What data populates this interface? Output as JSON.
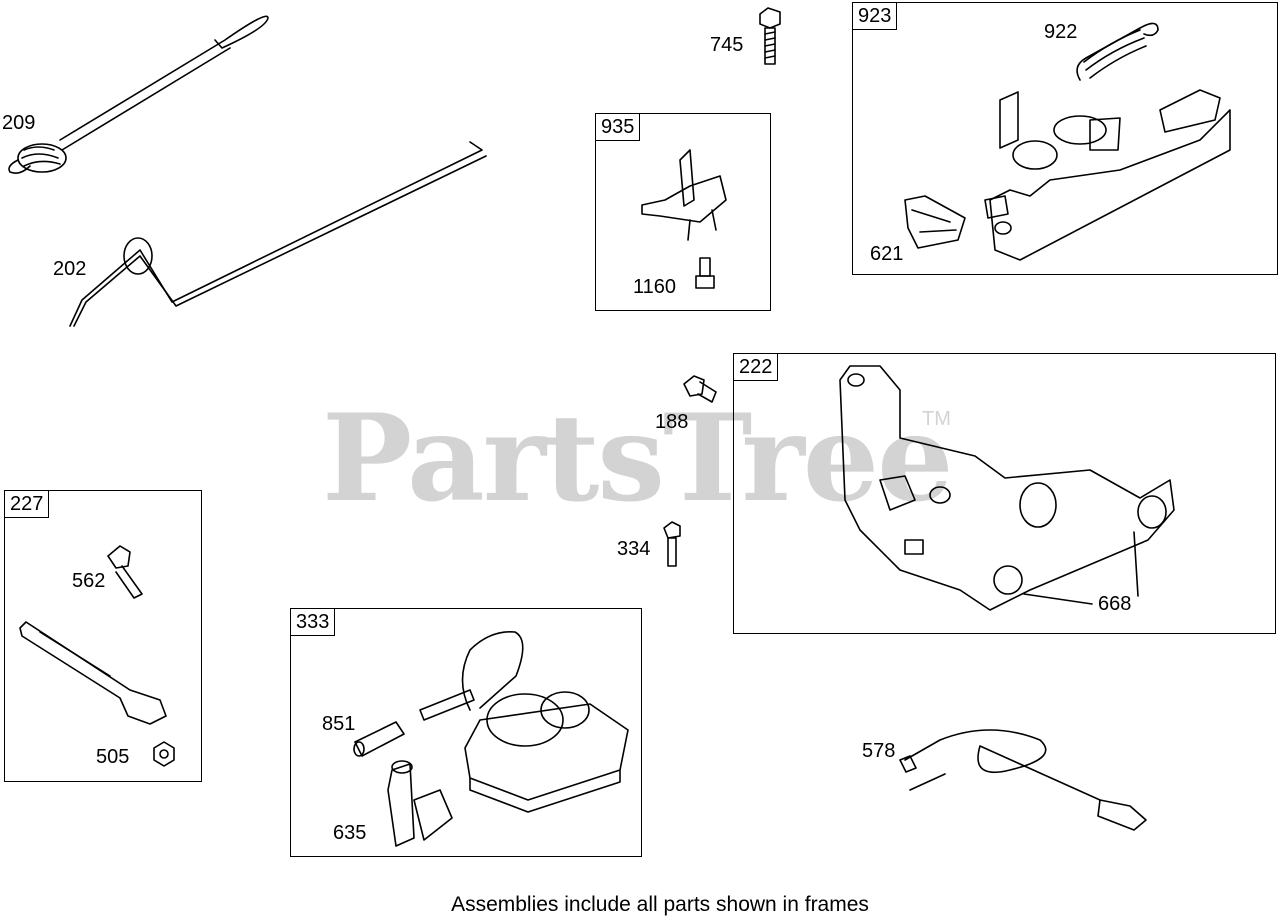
{
  "watermark": {
    "text": "PartsTree",
    "tm": "TM"
  },
  "frames": [
    {
      "id": "frame-923",
      "label": "923"
    },
    {
      "id": "frame-935",
      "label": "935"
    },
    {
      "id": "frame-222",
      "label": "222"
    },
    {
      "id": "frame-227",
      "label": "227"
    },
    {
      "id": "frame-333",
      "label": "333"
    }
  ],
  "callouts": {
    "c209": "209",
    "c202": "202",
    "c745": "745",
    "c922": "922",
    "c621": "621",
    "c1160": "1160",
    "c188": "188",
    "c334": "334",
    "c668": "668",
    "c562": "562",
    "c505": "505",
    "c851": "851",
    "c635": "635",
    "c578": "578"
  },
  "footer": "Assemblies include all parts shown in frames"
}
